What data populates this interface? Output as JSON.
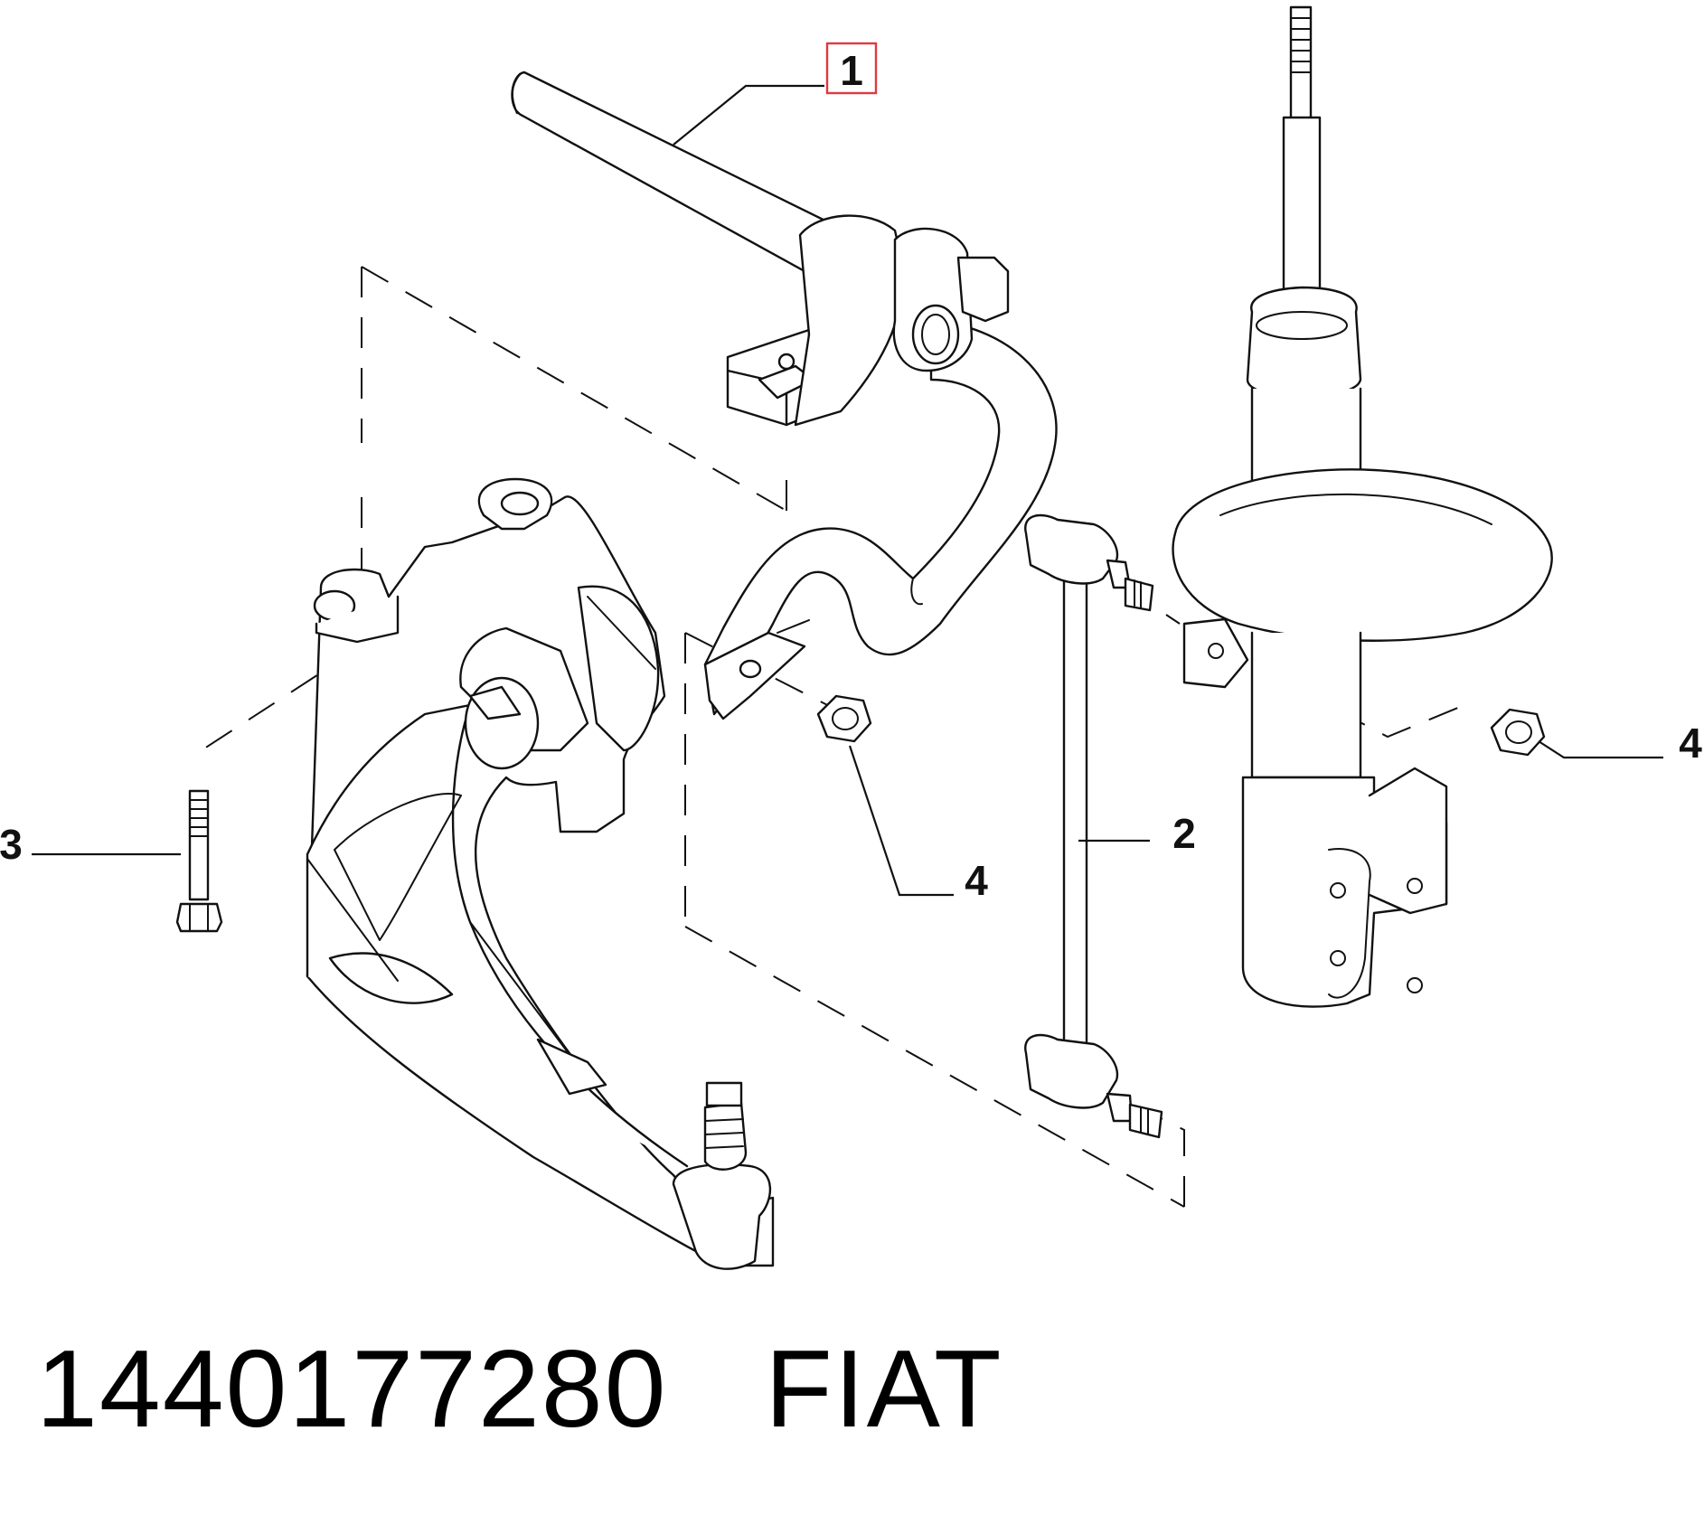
{
  "callouts": {
    "c1": "1",
    "c2": "2",
    "c3": "3",
    "c4_nut_left": "4",
    "c4_nut_right": "4"
  },
  "highlight_color": "#e0393e",
  "caption": {
    "part_number": "1440177280",
    "brand": "FIAT",
    "separator": "   "
  }
}
